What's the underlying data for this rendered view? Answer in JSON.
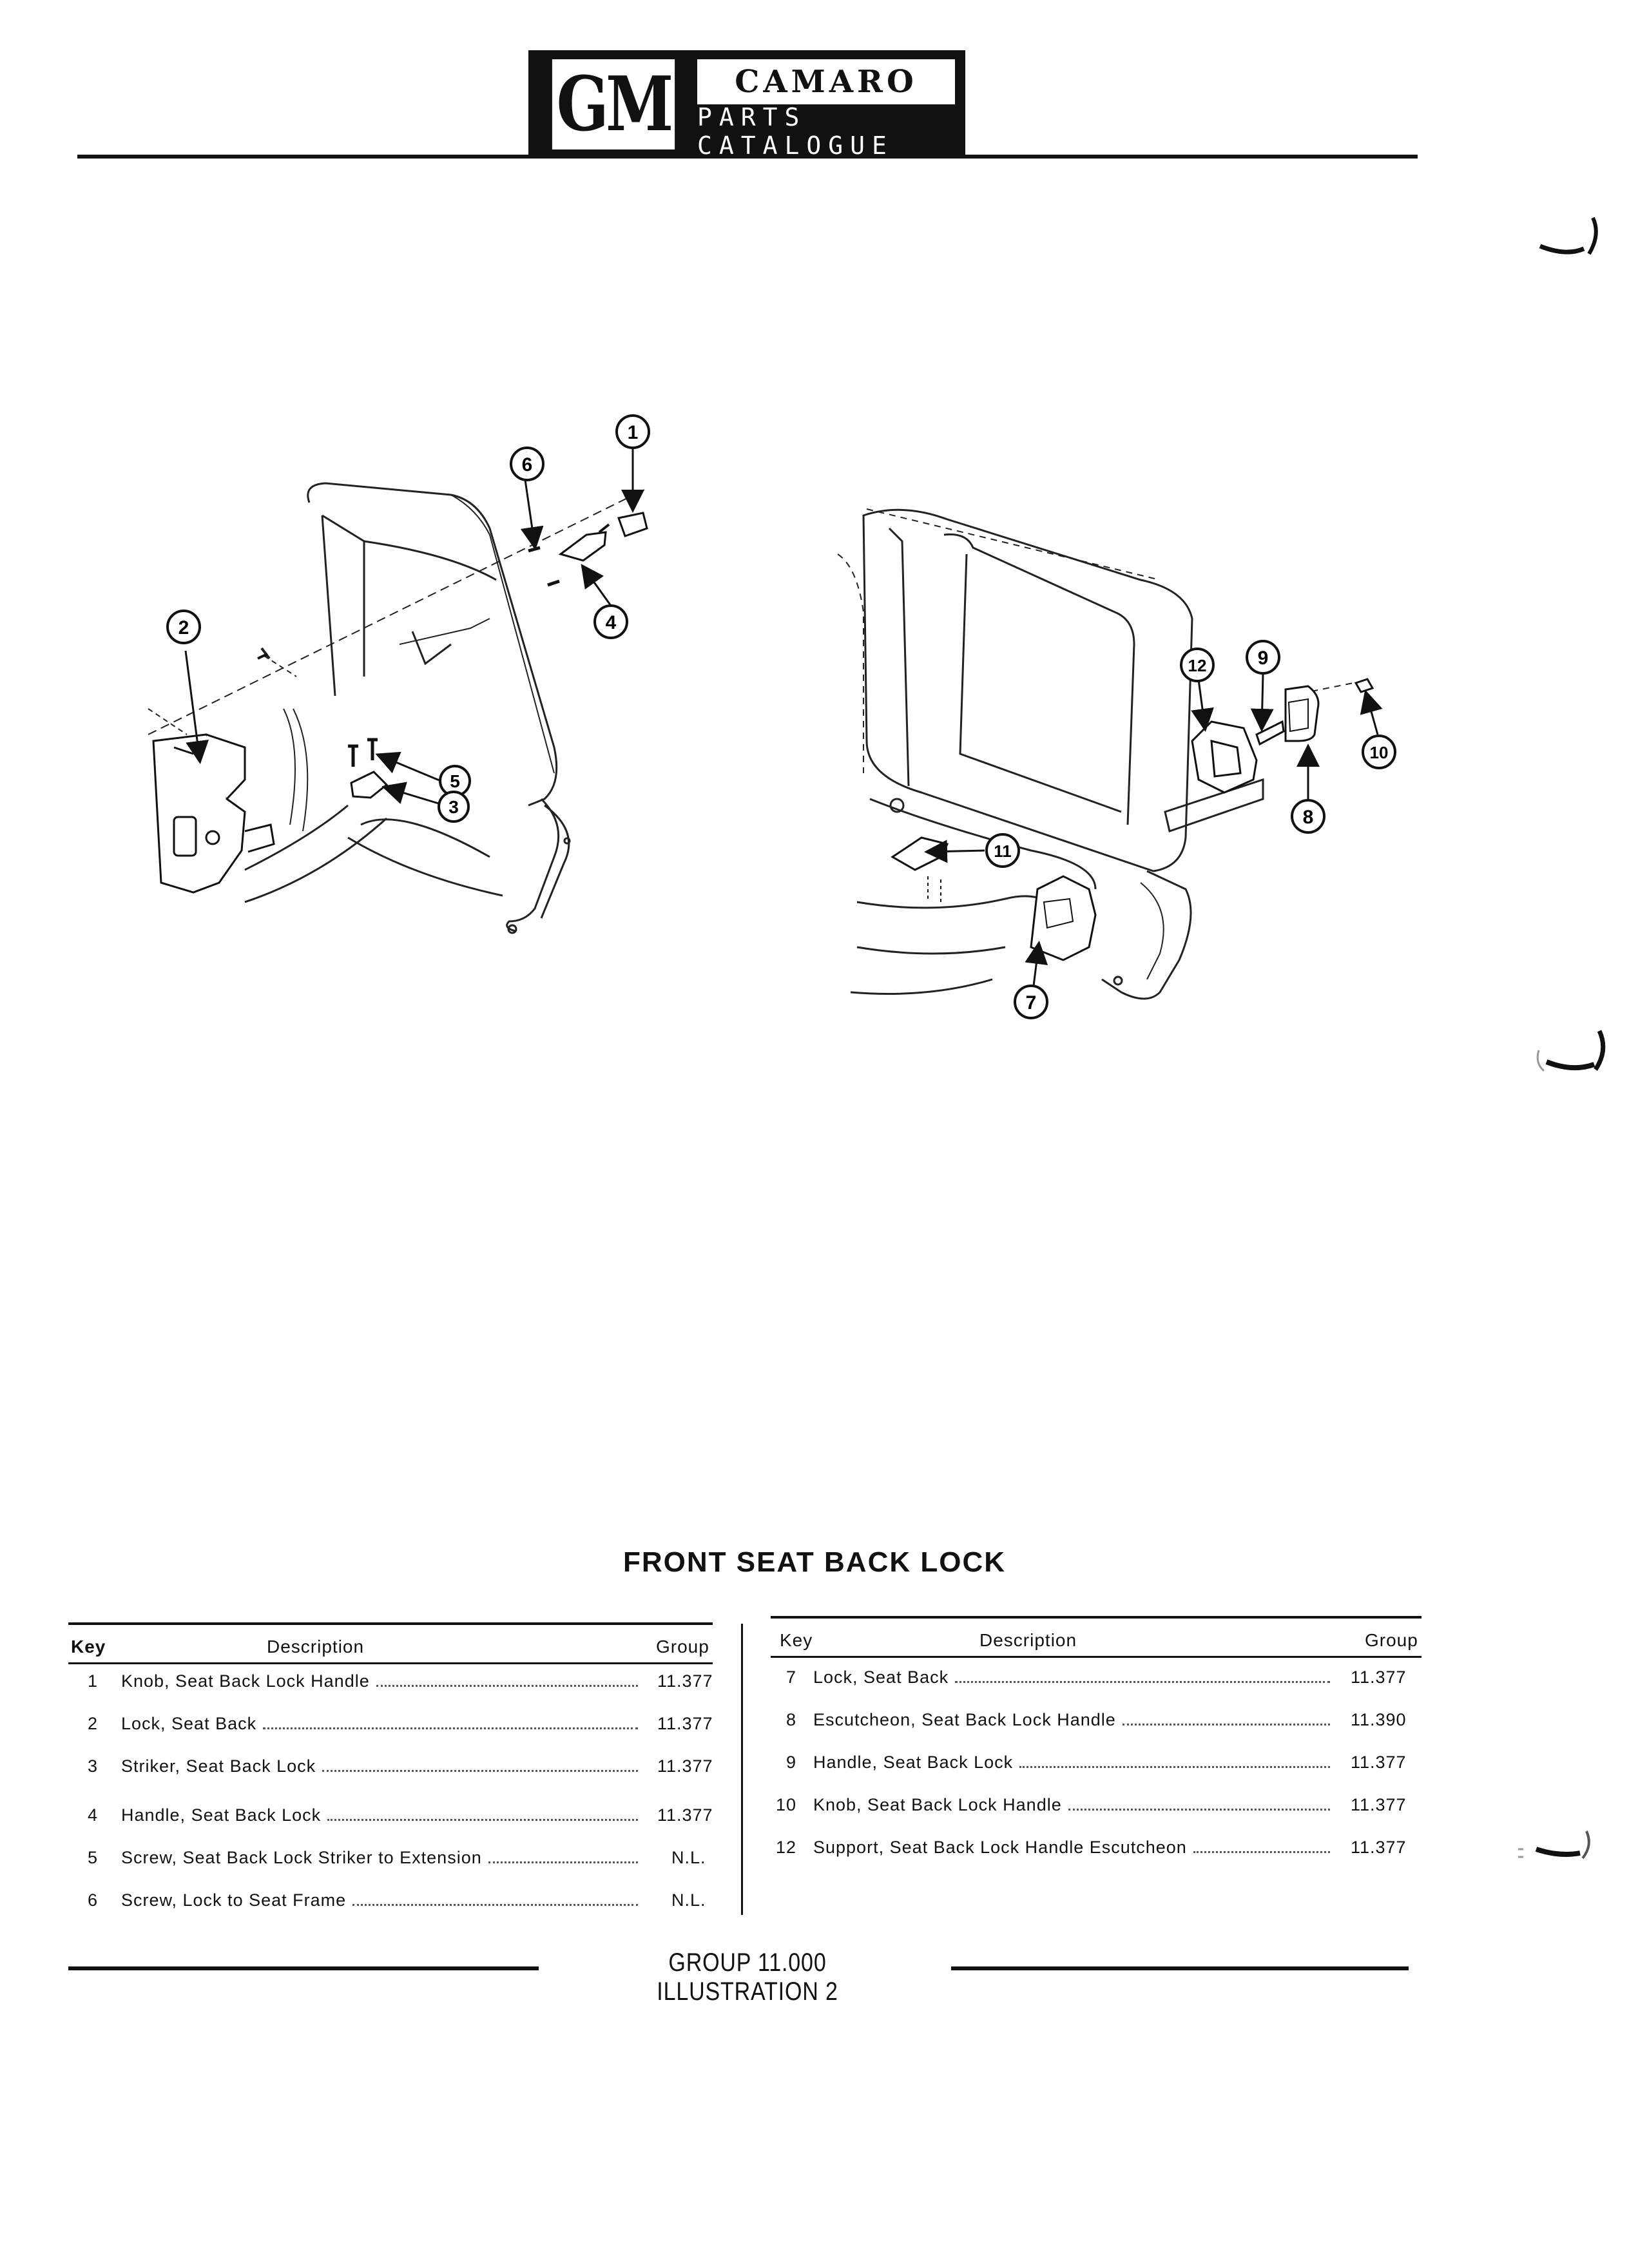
{
  "header": {
    "logo_text": "GM",
    "model": "CAMARO",
    "subtitle": "PARTS CATALOGUE"
  },
  "illustration": {
    "left_callouts": [
      "1",
      "6",
      "4",
      "2",
      "5",
      "3"
    ],
    "right_callouts": [
      "12",
      "9",
      "10",
      "8",
      "11",
      "7"
    ]
  },
  "title": "FRONT SEAT BACK LOCK",
  "table_left": {
    "headers": {
      "key": "Key",
      "description": "Description",
      "group": "Group"
    },
    "rows": [
      {
        "key": "1",
        "description": "Knob, Seat Back Lock Handle",
        "group": "11.377"
      },
      {
        "key": "2",
        "description": "Lock, Seat Back",
        "group": "11.377"
      },
      {
        "key": "3",
        "description": "Striker, Seat Back Lock",
        "group": "11.377"
      },
      {
        "key": "4",
        "description": "Handle, Seat Back Lock",
        "group": "11.377"
      },
      {
        "key": "5",
        "description": "Screw, Seat Back Lock Striker to Extension",
        "group": "N.L."
      },
      {
        "key": "6",
        "description": "Screw, Lock to Seat Frame",
        "group": "N.L."
      }
    ]
  },
  "table_right": {
    "headers": {
      "key": "Key",
      "description": "Description",
      "group": "Group"
    },
    "rows": [
      {
        "key": "7",
        "description": "Lock, Seat Back",
        "group": "11.377"
      },
      {
        "key": "8",
        "description": "Escutcheon, Seat Back Lock Handle",
        "group": "11.390"
      },
      {
        "key": "9",
        "description": "Handle, Seat Back Lock",
        "group": "11.377"
      },
      {
        "key": "10",
        "description": "Knob, Seat Back Lock Handle",
        "group": "11.377"
      },
      {
        "key": "12",
        "description": "Support, Seat Back Lock Handle Escutcheon",
        "group": "11.377"
      }
    ]
  },
  "footer": "GROUP 11.000 ILLUSTRATION 2"
}
